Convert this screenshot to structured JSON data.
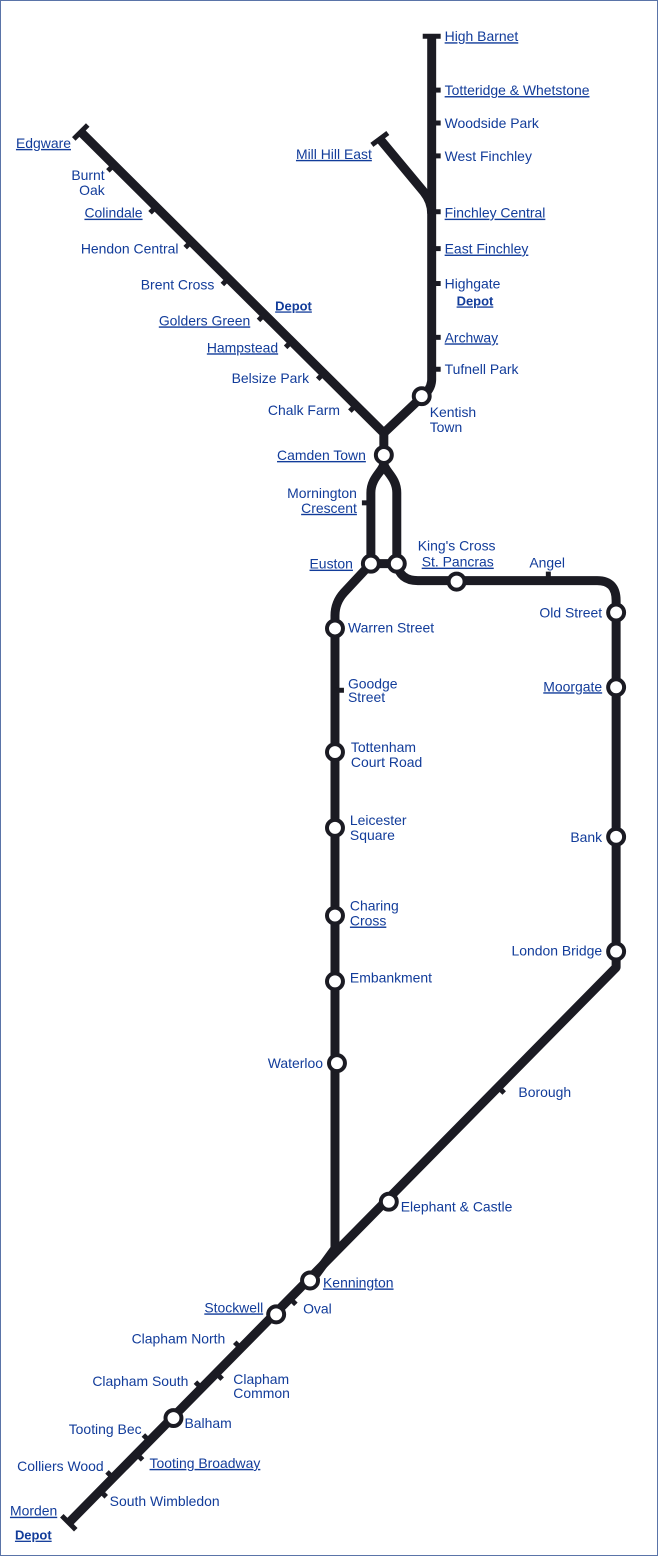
{
  "line_color": "#1b1b23",
  "label_color": "#123c9a",
  "stations": {
    "high_barnet": {
      "lines": [
        "High Barnet"
      ],
      "underlined": true
    },
    "totteridge": {
      "lines": [
        "Totteridge & Whetstone"
      ],
      "underlined": true
    },
    "woodside_park": {
      "lines": [
        "Woodside Park"
      ],
      "underlined": false
    },
    "west_finchley": {
      "lines": [
        "West Finchley"
      ],
      "underlined": false
    },
    "finchley_central": {
      "lines": [
        "Finchley Central"
      ],
      "underlined": true
    },
    "east_finchley": {
      "lines": [
        "East Finchley"
      ],
      "underlined": true
    },
    "highgate": {
      "lines": [
        "Highgate"
      ],
      "underlined": false
    },
    "highgate_depot": {
      "lines": [
        "Depot"
      ],
      "underlined": true
    },
    "archway": {
      "lines": [
        "Archway"
      ],
      "underlined": true
    },
    "tufnell_park": {
      "lines": [
        "Tufnell Park"
      ],
      "underlined": false
    },
    "kentish_town": {
      "lines": [
        "Kentish",
        "Town"
      ],
      "underlined": false
    },
    "edgware": {
      "lines": [
        "Edgware"
      ],
      "underlined": true
    },
    "burnt_oak": {
      "lines": [
        "Burnt",
        "Oak"
      ],
      "underlined": false
    },
    "colindale": {
      "lines": [
        "Colindale"
      ],
      "underlined": true
    },
    "hendon_central": {
      "lines": [
        "Hendon Central"
      ],
      "underlined": false
    },
    "brent_cross": {
      "lines": [
        "Brent Cross"
      ],
      "underlined": false
    },
    "golders_depot": {
      "lines": [
        "Depot"
      ],
      "underlined": true
    },
    "golders_green": {
      "lines": [
        "Golders Green"
      ],
      "underlined": true
    },
    "hampstead": {
      "lines": [
        "Hampstead"
      ],
      "underlined": true
    },
    "belsize_park": {
      "lines": [
        "Belsize Park"
      ],
      "underlined": false
    },
    "chalk_farm": {
      "lines": [
        "Chalk Farm"
      ],
      "underlined": false
    },
    "mill_hill_east": {
      "lines": [
        "Mill Hill East"
      ],
      "underlined": true
    },
    "camden_town": {
      "lines": [
        "Camden Town"
      ],
      "underlined": true
    },
    "mornington_crescent": {
      "lines": [
        "Mornington",
        "Crescent"
      ],
      "underlined": true
    },
    "euston": {
      "lines": [
        "Euston"
      ],
      "underlined": true
    },
    "kings_cross": {
      "lines": [
        "King's Cross",
        "St. Pancras"
      ],
      "underlined": true
    },
    "angel": {
      "lines": [
        "Angel"
      ],
      "underlined": false
    },
    "old_street": {
      "lines": [
        "Old Street"
      ],
      "underlined": false
    },
    "moorgate": {
      "lines": [
        "Moorgate"
      ],
      "underlined": true
    },
    "bank": {
      "lines": [
        "Bank"
      ],
      "underlined": false
    },
    "london_bridge": {
      "lines": [
        "London Bridge"
      ],
      "underlined": false
    },
    "borough": {
      "lines": [
        "Borough"
      ],
      "underlined": false
    },
    "elephant_castle": {
      "lines": [
        "Elephant & Castle"
      ],
      "underlined": false
    },
    "warren_street": {
      "lines": [
        "Warren Street"
      ],
      "underlined": false
    },
    "goodge_street": {
      "lines": [
        "Goodge",
        "Street"
      ],
      "underlined": false
    },
    "tottenham_court_road": {
      "lines": [
        "Tottenham",
        "Court Road"
      ],
      "underlined": false
    },
    "leicester_square": {
      "lines": [
        "Leicester",
        "Square"
      ],
      "underlined": false
    },
    "charing_cross": {
      "lines": [
        "Charing",
        "Cross"
      ],
      "underlined": true
    },
    "embankment": {
      "lines": [
        "Embankment"
      ],
      "underlined": false
    },
    "waterloo": {
      "lines": [
        "Waterloo"
      ],
      "underlined": false
    },
    "kennington": {
      "lines": [
        "Kennington"
      ],
      "underlined": true
    },
    "oval": {
      "lines": [
        "Oval"
      ],
      "underlined": false
    },
    "stockwell": {
      "lines": [
        "Stockwell"
      ],
      "underlined": true
    },
    "clapham_north": {
      "lines": [
        "Clapham North"
      ],
      "underlined": false
    },
    "clapham_common": {
      "lines": [
        "Clapham",
        "Common"
      ],
      "underlined": false
    },
    "clapham_south": {
      "lines": [
        "Clapham South"
      ],
      "underlined": false
    },
    "balham": {
      "lines": [
        "Balham"
      ],
      "underlined": false
    },
    "tooting_bec": {
      "lines": [
        "Tooting Bec"
      ],
      "underlined": false
    },
    "tooting_broadway": {
      "lines": [
        "Tooting Broadway"
      ],
      "underlined": true
    },
    "colliers_wood": {
      "lines": [
        "Colliers Wood"
      ],
      "underlined": false
    },
    "south_wimbledon": {
      "lines": [
        "South Wimbledon"
      ],
      "underlined": false
    },
    "morden": {
      "lines": [
        "Morden"
      ],
      "underlined": true
    },
    "morden_depot": {
      "lines": [
        "Depot"
      ],
      "underlined": true
    }
  }
}
